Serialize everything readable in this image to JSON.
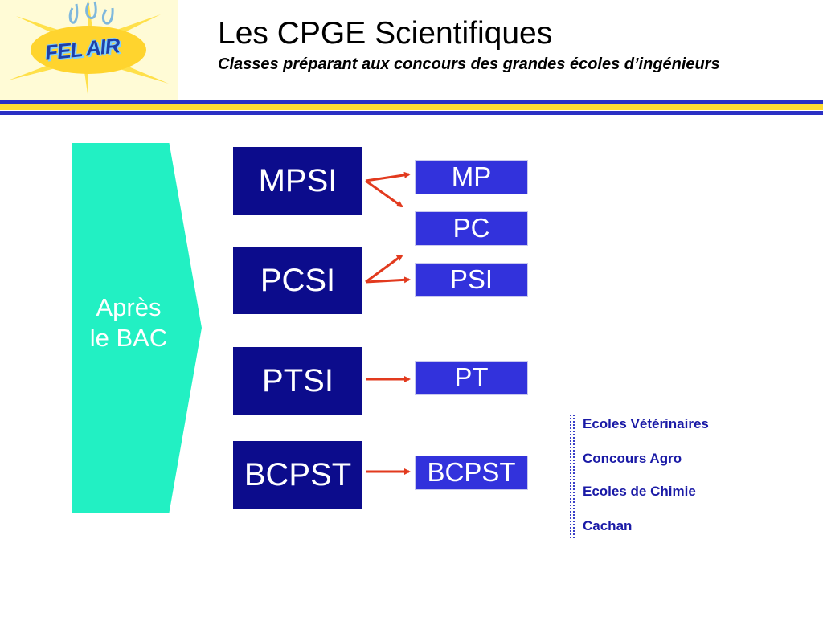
{
  "header": {
    "logo_text": "FEL AIR",
    "title": "Les CPGE Scientifiques",
    "subtitle": "Classes préparant aux concours des grandes écoles d’ingénieurs"
  },
  "entry": {
    "line1": "Après",
    "line2": "le BAC"
  },
  "first_year": [
    "MPSI",
    "PCSI",
    "PTSI",
    "BCPST"
  ],
  "second_year": [
    "MP",
    "PC",
    "PSI",
    "PT",
    "BCPST"
  ],
  "schools": [
    "Ecoles Vétérinaires",
    "Concours Agro",
    "Ecoles de Chimie",
    "Cachan"
  ],
  "colors": {
    "dark_box": "#0c0c8c",
    "light_box": "#3232dc",
    "arrow": "#e23a1e",
    "entry": "#22f0c3",
    "rule_blue": "#2a2fc4",
    "rule_yellow": "#ffdd33"
  }
}
